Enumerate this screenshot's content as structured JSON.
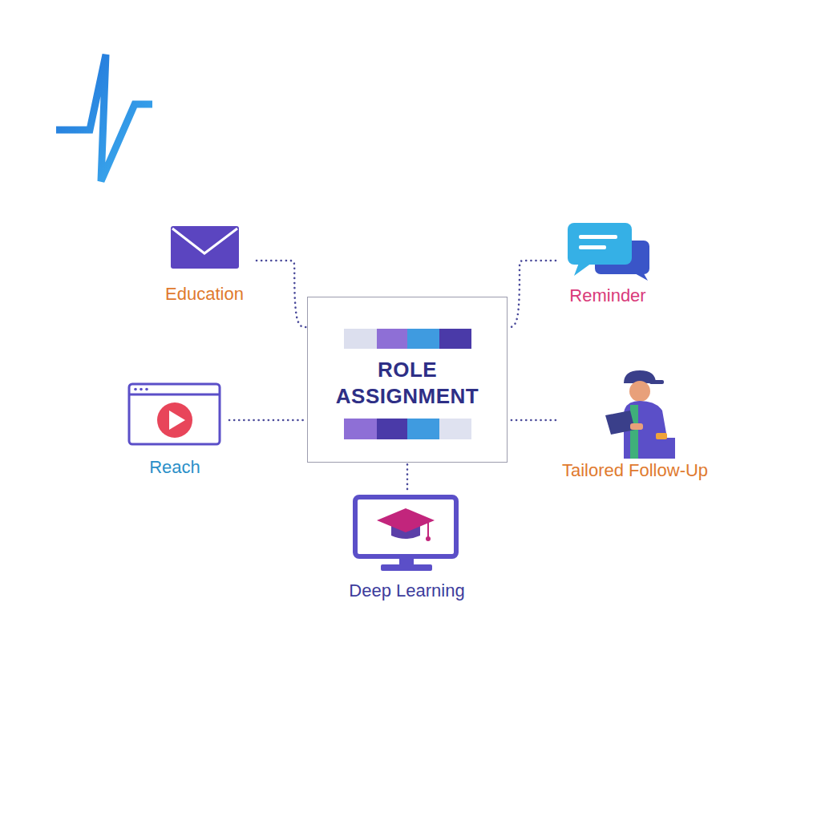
{
  "diagram": {
    "nodes": [
      {
        "text": [
          "Education"
        ]
      },
      {
        "text": [
          "Reminder"
        ]
      },
      {
        "text": [
          "ROLE ASSIGNMENT"
        ]
      },
      {
        "text": [
          "Reach"
        ]
      },
      {
        "text": [
          "Tailored Follow-Up"
        ]
      },
      {
        "text": [
          "Deep Learning"
        ]
      }
    ],
    "edges": [
      {
        "from": 0,
        "to": 2,
        "arrow": "none"
      },
      {
        "from": 1,
        "to": 2,
        "arrow": "none"
      },
      {
        "from": 3,
        "to": 2,
        "arrow": "none"
      },
      {
        "from": 4,
        "to": 2,
        "arrow": "none"
      },
      {
        "from": 5,
        "to": 2,
        "arrow": "none"
      }
    ]
  }
}
